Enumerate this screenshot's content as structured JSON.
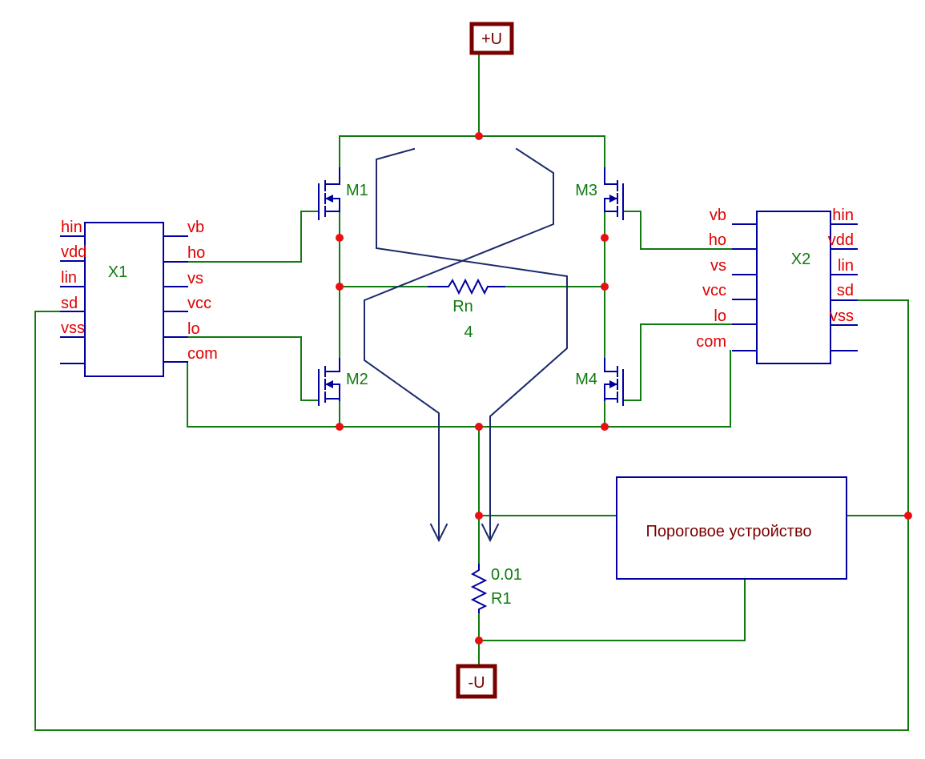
{
  "colors": {
    "wire": "#117a11",
    "component": "#0000a0",
    "current_path": "#1a2a6c",
    "pin_text": "#e00000",
    "label_text": "#117a11",
    "port_border": "#7a0000",
    "block_text": "#7a0000",
    "node_dot": "#e81010"
  },
  "ports": {
    "plus_u": "+U",
    "minus_u": "-U"
  },
  "x1": {
    "name": "X1",
    "left_pins": [
      "hin",
      "vdd",
      "lin",
      "sd",
      "vss"
    ],
    "right_pins": [
      "vb",
      "ho",
      "vs",
      "vcc",
      "lo",
      "com"
    ]
  },
  "x2": {
    "name": "X2",
    "left_pins": [
      "vb",
      "ho",
      "vs",
      "vcc",
      "lo",
      "com"
    ],
    "right_pins": [
      "hin",
      "vdd",
      "lin",
      "sd",
      "vss"
    ]
  },
  "transistors": {
    "m1": "M1",
    "m2": "M2",
    "m3": "M3",
    "m4": "M4"
  },
  "load": {
    "name": "Rn",
    "value": "4"
  },
  "shunt": {
    "name": "R1",
    "value": "0.01"
  },
  "threshold_block": {
    "label": "Пороговое устройство"
  }
}
